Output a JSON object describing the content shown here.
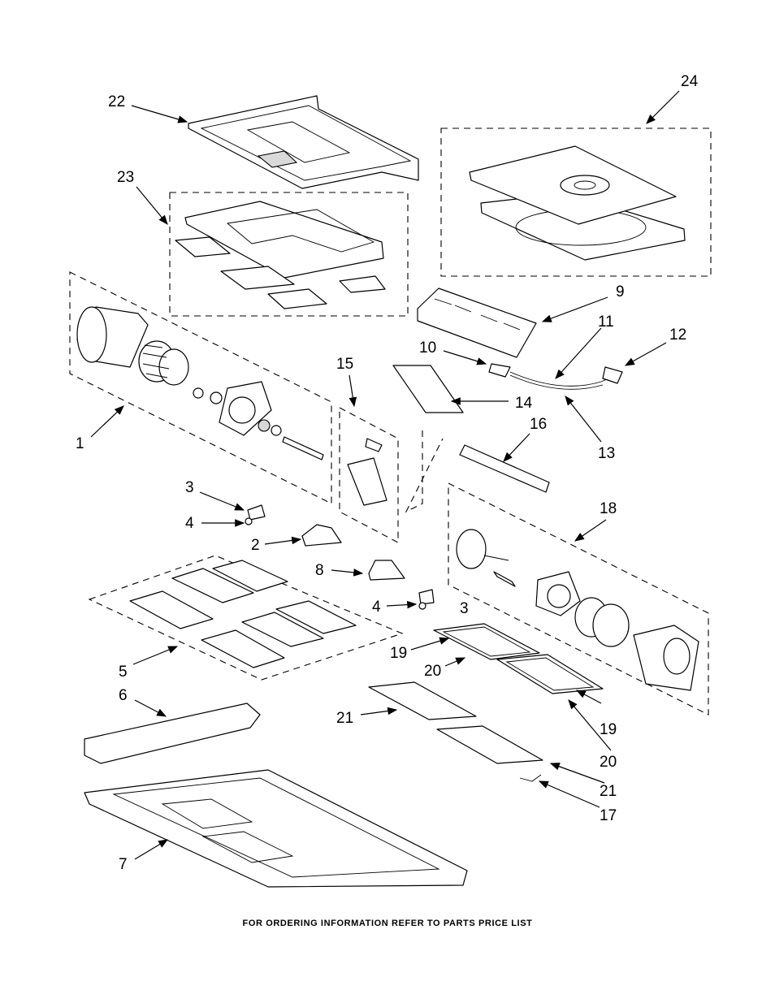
{
  "footer": "FOR ORDERING INFORMATION REFER TO PARTS PRICE LIST",
  "callouts": {
    "c1": "1",
    "c2": "2",
    "c3a": "3",
    "c3b": "3",
    "c4a": "4",
    "c4b": "4",
    "c5": "5",
    "c6": "6",
    "c7": "7",
    "c8": "8",
    "c9": "9",
    "c10": "10",
    "c11": "11",
    "c12": "12",
    "c13": "13",
    "c14": "14",
    "c15": "15",
    "c16": "16",
    "c17": "17",
    "c18": "18",
    "c19a": "19",
    "c19b": "19",
    "c20a": "20",
    "c20b": "20",
    "c21a": "21",
    "c21b": "21",
    "c22": "22",
    "c23": "23",
    "c24": "24"
  }
}
